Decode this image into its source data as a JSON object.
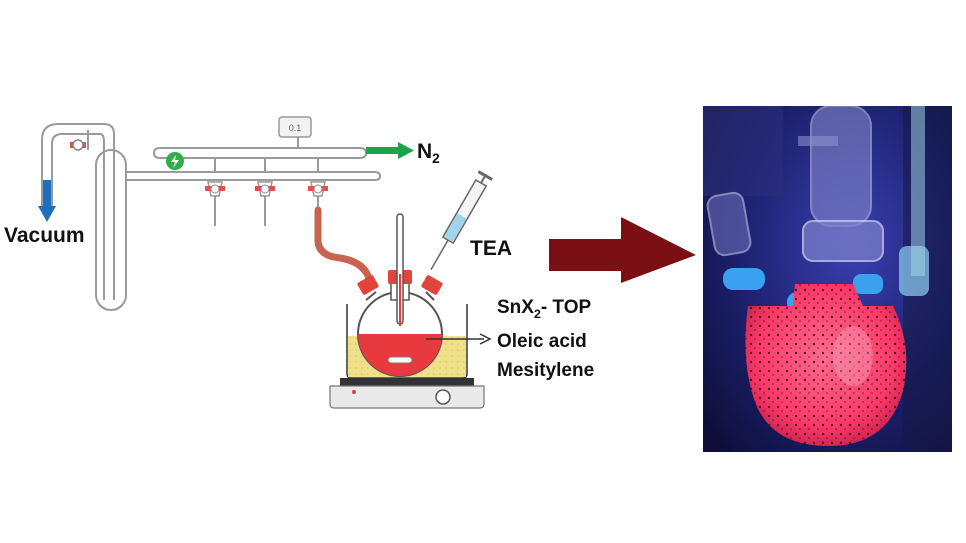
{
  "labels": {
    "vacuum": "Vacuum",
    "n2_base": "N",
    "n2_sub": "2",
    "tea": "TEA",
    "gauge": "0.1",
    "compound_1_pre": "SnX",
    "compound_1_sub": "2",
    "compound_1_post": "- TOP",
    "compound_2": "Oleic acid",
    "compound_3": "Mesitylene"
  },
  "colors": {
    "vacuum_arrow": "#1f6fc0",
    "n2_arrow": "#1aa34a",
    "flow_arrow": "#7a0f14",
    "solution": "#e8393f",
    "oil_bath": "#efe08a",
    "septa": "#e0443a",
    "hose": "#c8634f",
    "photo_background": "#1b1f6a",
    "photo_fluorescence": "#ff3a6a"
  },
  "icons": {
    "stopcock_icon": "green-power-valve",
    "gauge_icon": "pressure-gauge",
    "syringe_icon": "syringe",
    "stirrer_icon": "hot-plate-stirrer"
  }
}
